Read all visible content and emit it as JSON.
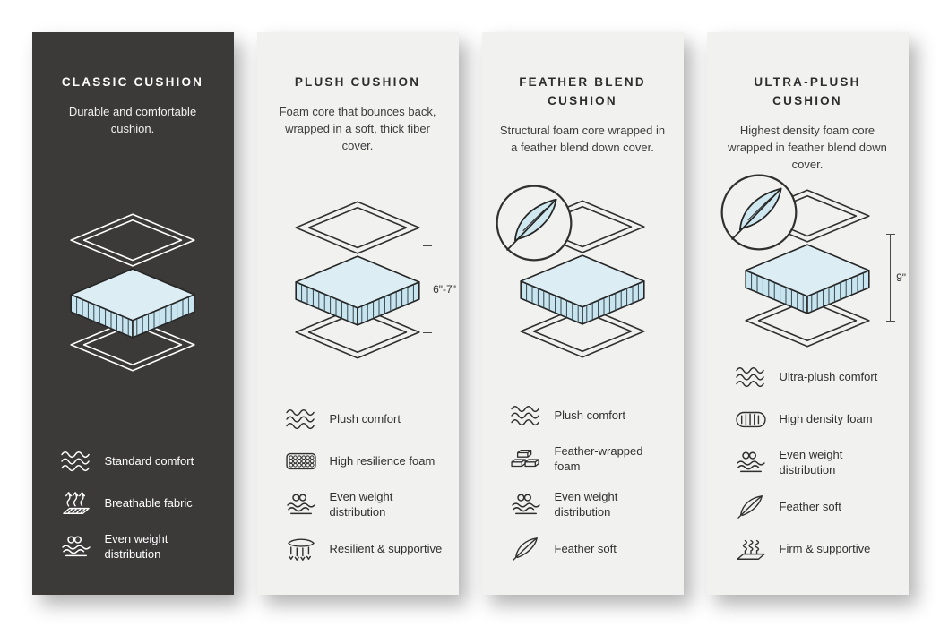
{
  "colors": {
    "foam_fill": "#cfe8f0",
    "foam_top_fill": "#dcedf3",
    "dark_card_bg": "#3b3a39",
    "light_card_bg": "#f1f1ef"
  },
  "cards": [
    {
      "id": "classic-cushion",
      "title": "CLASSIC CUSHION",
      "description": "Durable and comfortable cushion.",
      "feather_badge": false,
      "features": [
        {
          "icon": "waves-icon",
          "label": "Standard comfort"
        },
        {
          "icon": "breathable-icon",
          "label": "Breathable fabric"
        },
        {
          "icon": "even-weight-icon",
          "label": "Even weight distribution"
        }
      ]
    },
    {
      "id": "plush-cushion",
      "title": "PLUSH CUSHION",
      "description": "Foam core that bounces back, wrapped in a soft, thick fiber cover.",
      "measurement": "6\"-7\"",
      "feather_badge": false,
      "features": [
        {
          "icon": "waves-icon",
          "label": "Plush comfort"
        },
        {
          "icon": "honeycomb-foam-icon",
          "label": "High resilience foam"
        },
        {
          "icon": "even-weight-icon",
          "label": "Even weight distribution"
        },
        {
          "icon": "spring-support-icon",
          "label": "Resilient & supportive"
        }
      ]
    },
    {
      "id": "feather-blend-cushion",
      "title": "FEATHER BLEND CUSHION",
      "description": "Structural foam core wrapped in a feather blend down cover.",
      "feather_badge": true,
      "features": [
        {
          "icon": "waves-icon",
          "label": "Plush comfort"
        },
        {
          "icon": "brick-foam-icon",
          "label": "Feather-wrapped foam"
        },
        {
          "icon": "even-weight-icon",
          "label": "Even weight distribution"
        },
        {
          "icon": "feather-icon",
          "label": "Feather soft"
        }
      ]
    },
    {
      "id": "ultra-plush-cushion",
      "title": "ULTRA-PLUSH CUSHION",
      "description": "Highest density foam core wrapped in feather blend down cover.",
      "measurement": "9\"",
      "feather_badge": true,
      "features": [
        {
          "icon": "waves-icon",
          "label": "Ultra-plush comfort"
        },
        {
          "icon": "density-foam-icon",
          "label": "High density foam"
        },
        {
          "icon": "even-weight-icon",
          "label": "Even weight distribution"
        },
        {
          "icon": "feather-icon",
          "label": "Feather soft"
        },
        {
          "icon": "firm-support-icon",
          "label": "Firm & supportive"
        }
      ]
    }
  ]
}
